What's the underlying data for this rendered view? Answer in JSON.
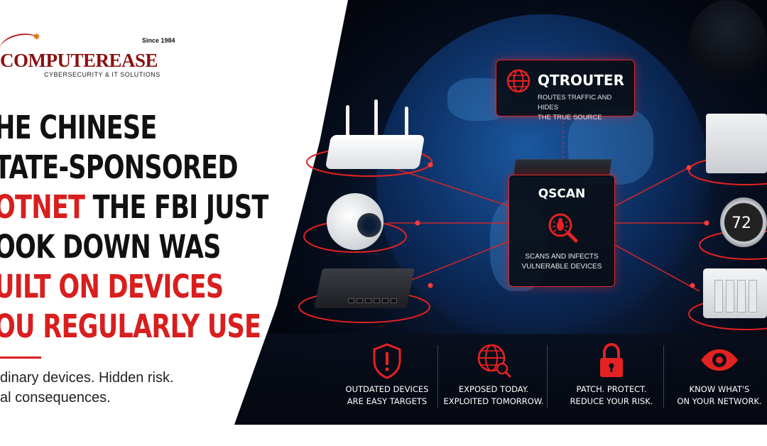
{
  "logo": {
    "since": "Since 1984",
    "name": "COMPUTEREASE",
    "tagline": "CYBERSECURITY & IT SOLUTIONS"
  },
  "headline": {
    "line1": "HE CHINESE",
    "line2": "TATE-SPONSORED",
    "line3_red": "OTNET",
    "line3_dark": " THE FBI JUST",
    "line4": "OOK DOWN WAS",
    "line5": "UILT ON DEVICES",
    "line6": "OU REGULARLY USE"
  },
  "subheadline": {
    "line1": "dinary devices. Hidden risk.",
    "line2": "al consequences."
  },
  "qtrouter": {
    "title": "QTROUTER",
    "desc_line1": "ROUTES TRAFFIC AND HIDES",
    "desc_line2": "THE TRUE SOURCE"
  },
  "qscan": {
    "title": "QSCAN",
    "desc_line1": "SCANS AND INFECTS",
    "desc_line2": "VULNERABLE DEVICES"
  },
  "thermostat": {
    "value": "72"
  },
  "features": [
    {
      "icon": "warning-shield-icon",
      "line1": "OUTDATED DEVICES",
      "line2": "ARE EASY TARGETS"
    },
    {
      "icon": "globe-search-icon",
      "line1": "EXPOSED TODAY.",
      "line2": "EXPLOITED TOMORROW."
    },
    {
      "icon": "padlock-icon",
      "line1": "PATCH. PROTECT.",
      "line2": "REDUCE YOUR RISK."
    },
    {
      "icon": "eye-icon",
      "line1": "KNOW WHAT'S",
      "line2": "ON YOUR NETWORK."
    }
  ],
  "colors": {
    "accent_red": "#d81e1e",
    "logo_red": "#8a1010",
    "banner_dark": "#060d1d",
    "globe_blue": "#1d5da8"
  }
}
